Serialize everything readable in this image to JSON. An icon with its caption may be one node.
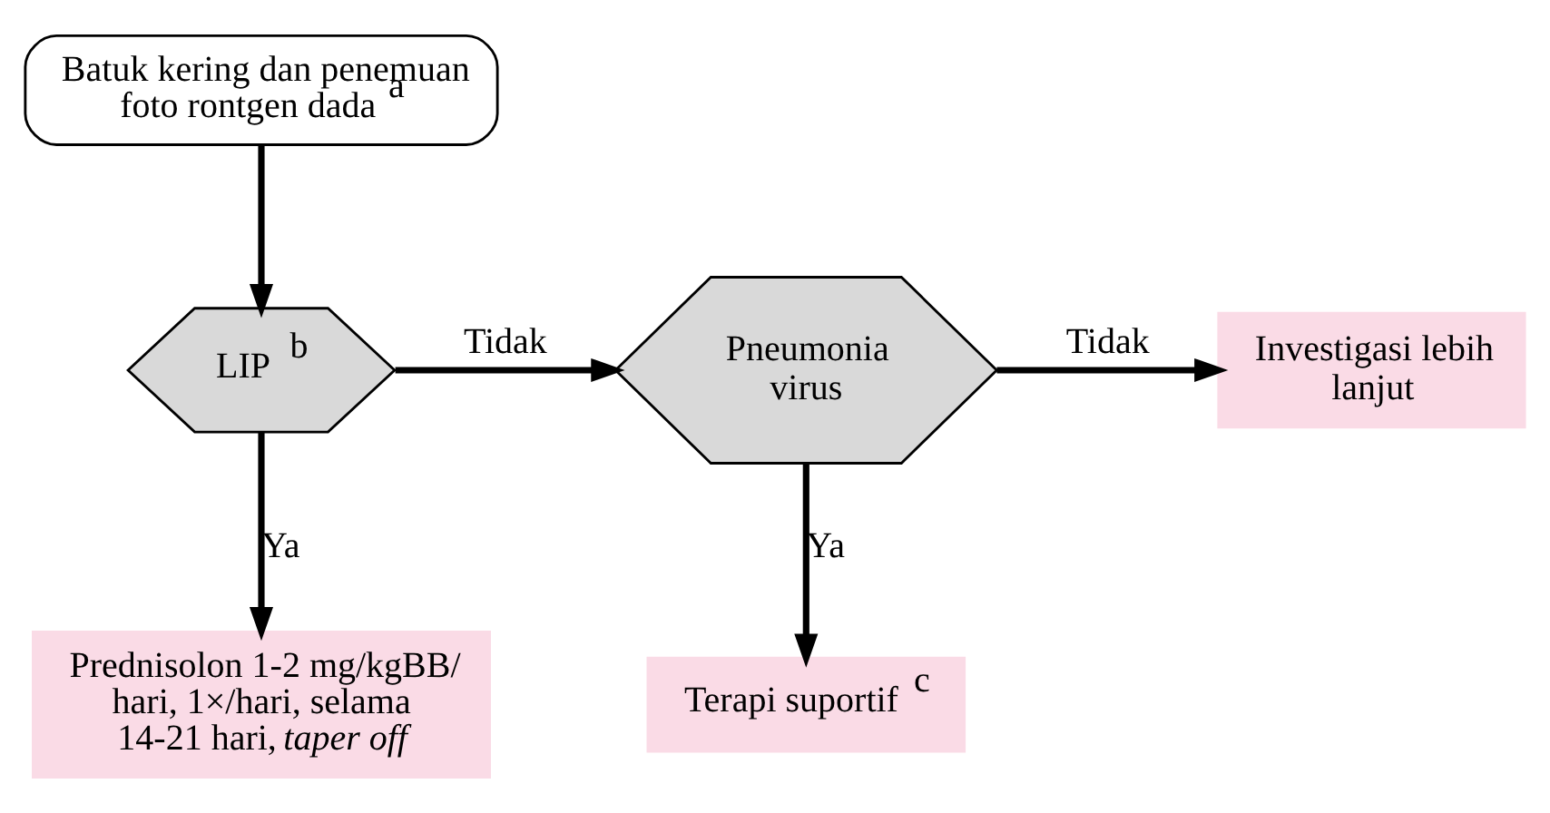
{
  "diagram": {
    "nodes": [
      {
        "text": [
          "Batuk kering dan penemuan foto rontgen dada $^{a}$"
        ]
      },
      {
        "text": [
          "LIP $^{b}$"
        ]
      },
      {
        "text": [
          "Pneumonia virus"
        ]
      },
      {
        "text": [
          "Investigasi lebih lanjut"
        ]
      },
      {
        "text": [
          "Prednisolon 1-2 mg/kgBB/ hari, 1×/hari, selama 14-21 hari, *taper off*"
        ]
      },
      {
        "text": [
          "Terapi suportif $^{c}$"
        ]
      }
    ],
    "edges": [
      {
        "from": 0,
        "to": 1,
        "arrow": "to"
      },
      {
        "from": 1,
        "to": 2,
        "arrow": "to",
        "label": "Tidak"
      },
      {
        "from": 2,
        "to": 3,
        "arrow": "to",
        "label": "Tidak"
      },
      {
        "from": 1,
        "to": 4,
        "arrow": "to",
        "label": "Ya"
      },
      {
        "from": 2,
        "to": 5,
        "arrow": "to",
        "label": "Ya"
      }
    ]
  }
}
